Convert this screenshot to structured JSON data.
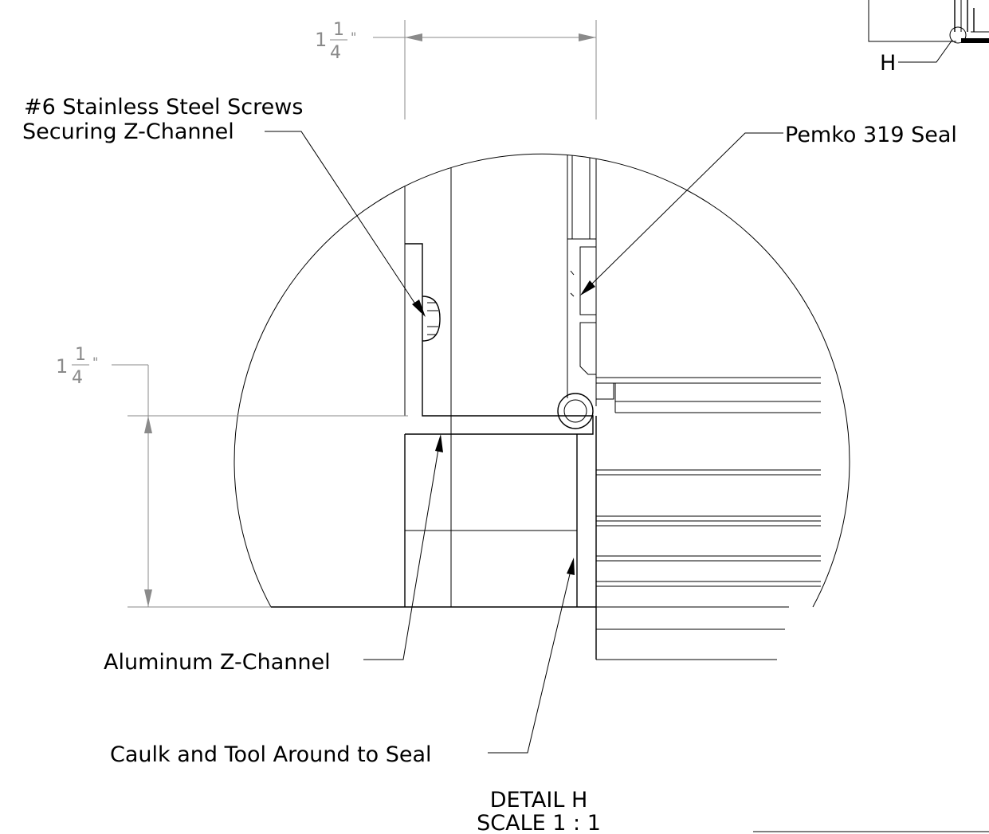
{
  "dimensions": {
    "top": {
      "whole": "1",
      "numerator": "1",
      "denominator": "4",
      "unit": "\""
    },
    "left": {
      "whole": "1",
      "numerator": "1",
      "denominator": "4",
      "unit": "\""
    }
  },
  "callouts": {
    "screws_line1": "#6 Stainless Steel Screws",
    "screws_line2": "Securing Z-Channel",
    "seal": "Pemko 319 Seal",
    "z_channel": "Aluminum Z-Channel",
    "caulk": "Caulk and Tool Around to Seal",
    "view_marker": "H"
  },
  "detail": {
    "title": "DETAIL H",
    "scale": "SCALE 1 : 1"
  }
}
